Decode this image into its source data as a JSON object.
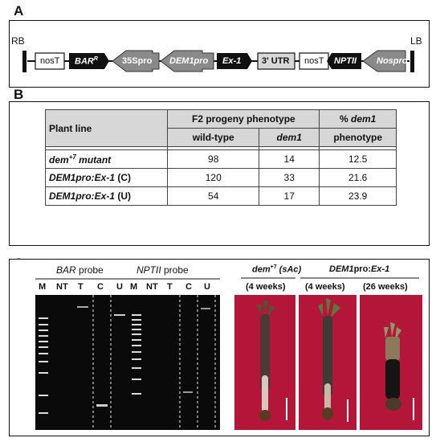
{
  "panel_a": {
    "label": "A",
    "rb": "RB",
    "lb": "LB",
    "elements": [
      "nosT",
      "BAR",
      "R",
      "35Spro",
      "DEM1pro",
      "Ex-1",
      "3' UTR",
      "nosT",
      "NPTII",
      "Nospro"
    ]
  },
  "panel_b": {
    "label": "B",
    "header1": [
      "Plant line",
      "F2 progeny phenotype",
      "% "
    ],
    "header1_italic": "dem1",
    "header2": [
      "wild-type",
      "dem1",
      "phenotype"
    ],
    "rows": [
      {
        "line_a": "dem",
        "line_sup": "+7",
        "line_b": " mutant",
        "wt": "98",
        "dem1": "14",
        "pct": "12.5"
      },
      {
        "line_a": "DEM1pro",
        "line_b": ":Ex-1",
        "suffix": " (C)",
        "wt": "120",
        "dem1": "33",
        "pct": "21.6"
      },
      {
        "line_a": "DEM1pro",
        "line_b": ":Ex-1",
        "suffix": " (U)",
        "wt": "54",
        "dem1": "17",
        "pct": "23.9"
      }
    ]
  },
  "panel_c": {
    "label": "C",
    "bar_probe": {
      "gene": "BAR",
      "word": " probe"
    },
    "nptii_probe": {
      "gene": "NPTII",
      "word": " probe"
    },
    "lanes": [
      "M",
      "NT",
      "T",
      "C",
      "U"
    ],
    "photo_group1": {
      "title_a": "dem",
      "title_sup": "+7",
      "title_b": " (sAc)",
      "sub": "(4 weeks)"
    },
    "photo_group2": {
      "title_a": "DEM1",
      "title_b": "pro:",
      "title_c": "Ex-1",
      "sub1": "(4 weeks)",
      "sub2": "(26 weeks)"
    }
  }
}
